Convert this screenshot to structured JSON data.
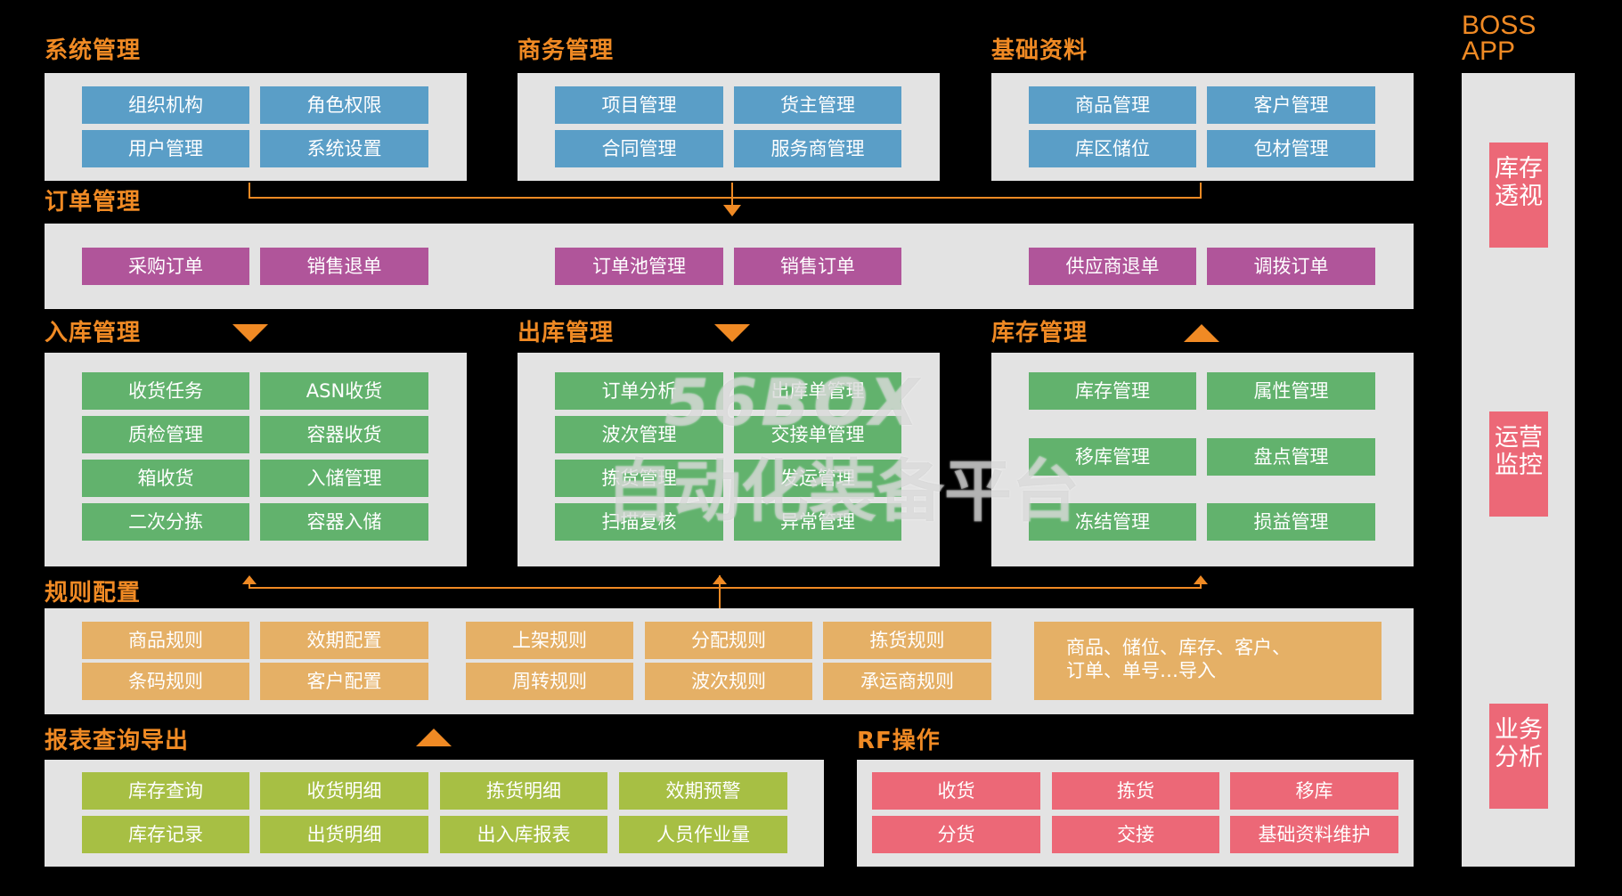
{
  "sections": {
    "system": {
      "title": "系统管理",
      "items": [
        "组织机构",
        "角色权限",
        "用户管理",
        "系统设置"
      ]
    },
    "business": {
      "title": "商务管理",
      "items": [
        "项目管理",
        "货主管理",
        "合同管理",
        "服务商管理"
      ]
    },
    "basic": {
      "title": "基础资料",
      "items": [
        "商品管理",
        "客户管理",
        "库区储位",
        "包材管理"
      ]
    },
    "order": {
      "title": "订单管理",
      "items": [
        "采购订单",
        "销售退单",
        "订单池管理",
        "销售订单",
        "供应商退单",
        "调拨订单"
      ]
    },
    "inbound": {
      "title": "入库管理",
      "items": [
        "收货任务",
        "ASN收货",
        "质检管理",
        "容器收货",
        "箱收货",
        "入储管理",
        "二次分拣",
        "容器入储"
      ]
    },
    "outbound": {
      "title": "出库管理",
      "items": [
        "订单分析",
        "出库单管理",
        "波次管理",
        "交接单管理",
        "拣货管理",
        "发运管理",
        "扫描复核",
        "异常管理"
      ]
    },
    "inventory": {
      "title": "库存管理",
      "items": [
        "库存管理",
        "属性管理",
        "移库管理",
        "盘点管理",
        "冻结管理",
        "损益管理"
      ]
    },
    "rules": {
      "title": "规则配置",
      "items": [
        "商品规则",
        "效期配置",
        "上架规则",
        "分配规则",
        "拣货规则",
        "条码规则",
        "客户配置",
        "周转规则",
        "波次规则",
        "承运商规则"
      ],
      "import_lines": [
        "商品、储位、库存、客户、",
        "订单、单号…导入"
      ]
    },
    "reports": {
      "title": "报表查询导出",
      "items": [
        "库存查询",
        "收货明细",
        "拣货明细",
        "效期预警",
        "库存记录",
        "出货明细",
        "出入库报表",
        "人员作业量"
      ]
    },
    "rf": {
      "title": "RF操作",
      "items": [
        "收货",
        "拣货",
        "移库",
        "分货",
        "交接",
        "基础资料维护"
      ]
    }
  },
  "boss_app": {
    "title_line1": "BOSS",
    "title_line2": "APP",
    "items": [
      "库存透视",
      "运营监控",
      "业务分析"
    ]
  },
  "watermark": {
    "line1": "56BOX",
    "line2": "自动化装备平台"
  },
  "colors": {
    "title": "#f08a24",
    "panel": "#e3e3e3",
    "connector": "#f08a24",
    "blue": "#5a9ec7",
    "purple": "#b0559a",
    "green": "#62b26d",
    "tan": "#e5b066",
    "lime": "#a7bf44",
    "pink": "#ec6877"
  }
}
